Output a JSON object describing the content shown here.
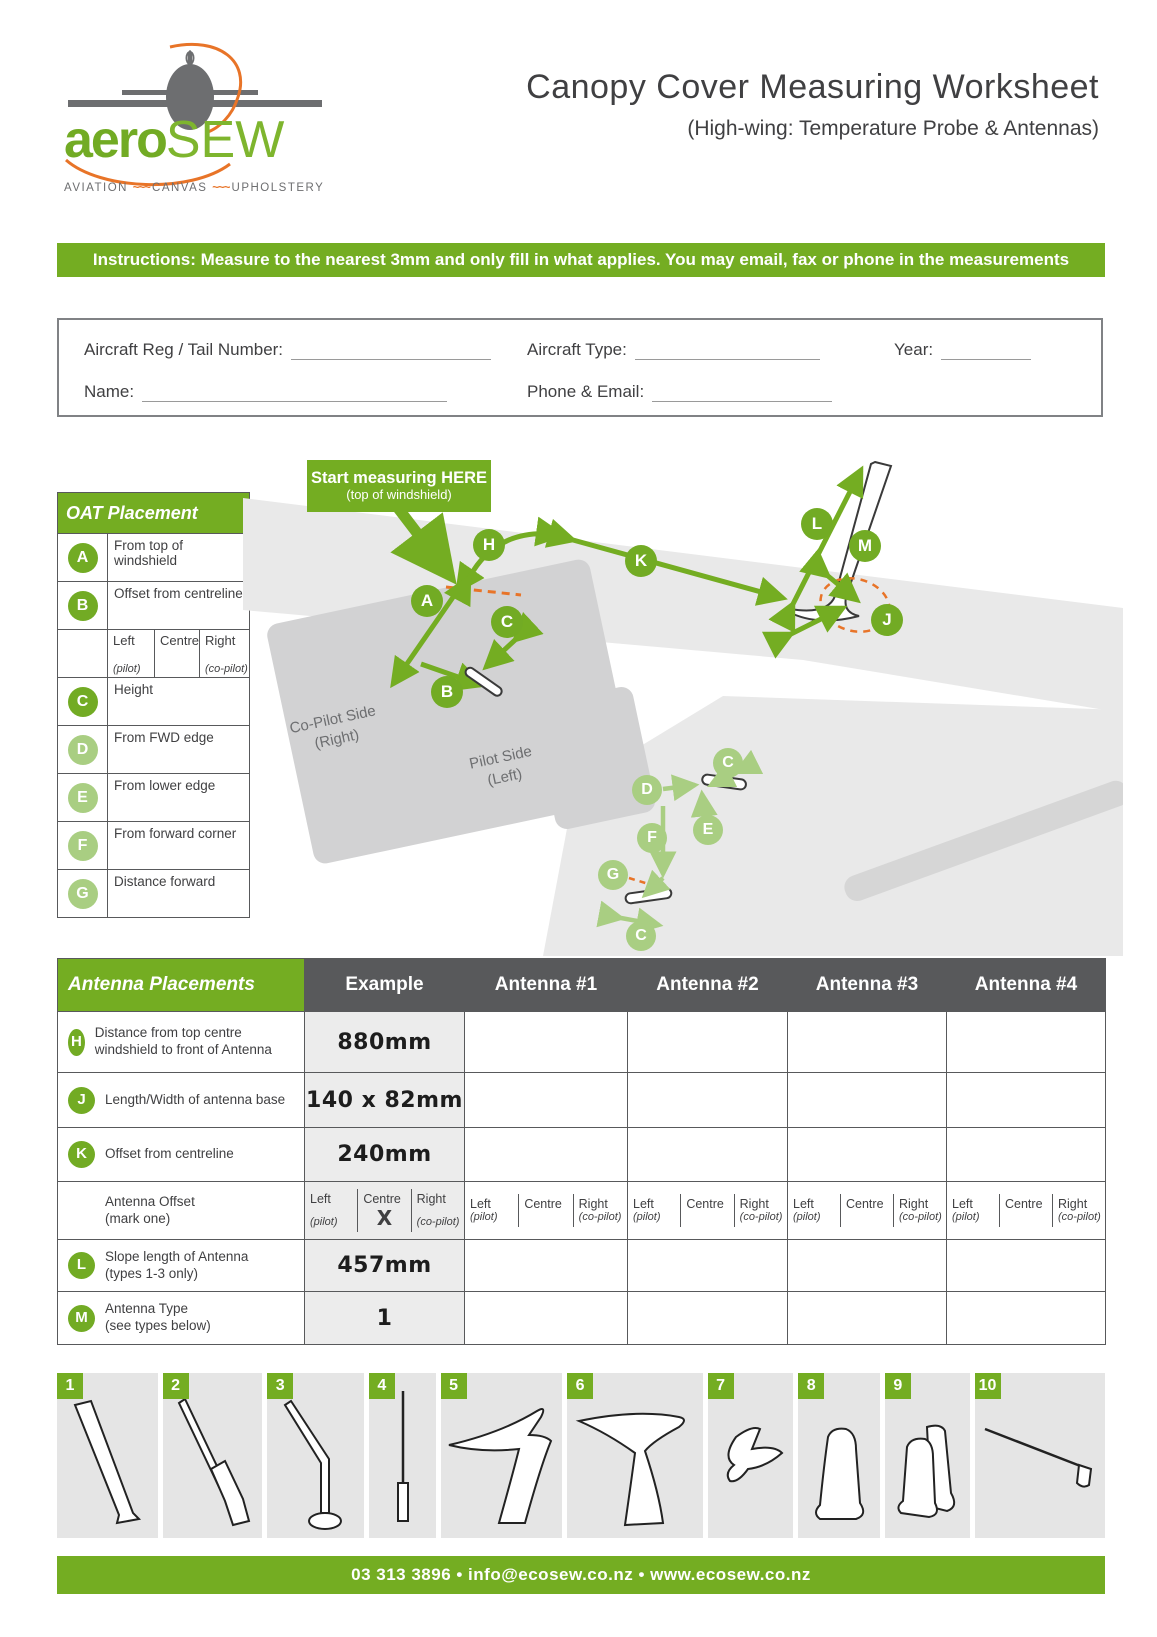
{
  "colors": {
    "green": "#74ad22",
    "green_light": "#a9ce82",
    "dark_gray": "#58595b",
    "orange": "#e87428"
  },
  "header": {
    "brand_bold": "aero",
    "brand_light": "SEW",
    "tagline_left": "AVIATION",
    "tagline_mid": "CANVAS",
    "tagline_right": "UPHOLSTERY",
    "title": "Canopy Cover Measuring Worksheet",
    "subtitle": "(High-wing: Temperature Probe & Antennas)"
  },
  "instructions": "Instructions: Measure to the nearest 3mm and only fill in what applies. You may email, fax or phone in the measurements",
  "form": {
    "reg_label": "Aircraft Reg / Tail Number:",
    "type_label": "Aircraft Type:",
    "year_label": "Year:",
    "name_label": "Name:",
    "phone_label": "Phone & Email:"
  },
  "oat": {
    "title": "OAT Placement",
    "rows": [
      {
        "letter": "A",
        "label": "From top of windshield"
      },
      {
        "letter": "B",
        "label": "Offset from centreline"
      },
      {
        "letter": "C",
        "label": "Height"
      },
      {
        "letter": "D",
        "label": "From FWD edge"
      },
      {
        "letter": "E",
        "label": "From lower edge"
      },
      {
        "letter": "F",
        "label": "From forward corner"
      },
      {
        "letter": "G",
        "label": "Distance forward"
      }
    ],
    "offset_sub": {
      "left": "Left",
      "left_note": "(pilot)",
      "centre": "Centre",
      "right": "Right",
      "right_note": "(co-pilot)"
    }
  },
  "diagram": {
    "start_line1": "Start measuring HERE",
    "start_line2": "(top of windshield)",
    "copilot_line1": "Co-Pilot Side",
    "copilot_line2": "(Right)",
    "pilot_line1": "Pilot Side",
    "pilot_line2": "(Left)",
    "letters": {
      "A": "A",
      "B": "B",
      "C": "C",
      "D": "D",
      "E": "E",
      "F": "F",
      "G": "G",
      "H": "H",
      "J": "J",
      "K": "K",
      "L": "L",
      "M": "M"
    }
  },
  "antenna_table": {
    "title": "Antenna Placements",
    "columns": [
      "Example",
      "Antenna #1",
      "Antenna #2",
      "Antenna #3",
      "Antenna #4"
    ],
    "rows": {
      "h": {
        "letter": "H",
        "label": "Distance from top centre windshield to front of Antenna",
        "example": "880mm"
      },
      "j": {
        "letter": "J",
        "label": "Length/Width of antenna base",
        "example": "140 x 82mm"
      },
      "k": {
        "letter": "K",
        "label": "Offset from centreline",
        "example": "240mm"
      },
      "offset": {
        "label_line1": "Antenna Offset",
        "label_line2": "(mark one)",
        "sub_left": "Left",
        "sub_left_note": "(pilot)",
        "sub_centre": "Centre",
        "sub_right": "Right",
        "sub_right_note": "(co-pilot)",
        "example_mark": "X"
      },
      "l": {
        "letter": "L",
        "label_line1": "Slope length of Antenna",
        "label_line2": "(types 1-3 only)",
        "example": "457mm"
      },
      "m": {
        "letter": "M",
        "label_line1": "Antenna Type",
        "label_line2": "(see types below)",
        "example": "1"
      }
    }
  },
  "antenna_types": {
    "numbers": [
      "1",
      "2",
      "3",
      "4",
      "5",
      "6",
      "7",
      "8",
      "9",
      "10"
    ]
  },
  "footer": {
    "contact": "03 313 3896  •  info@ecosew.co.nz  •  www.ecosew.co.nz"
  }
}
